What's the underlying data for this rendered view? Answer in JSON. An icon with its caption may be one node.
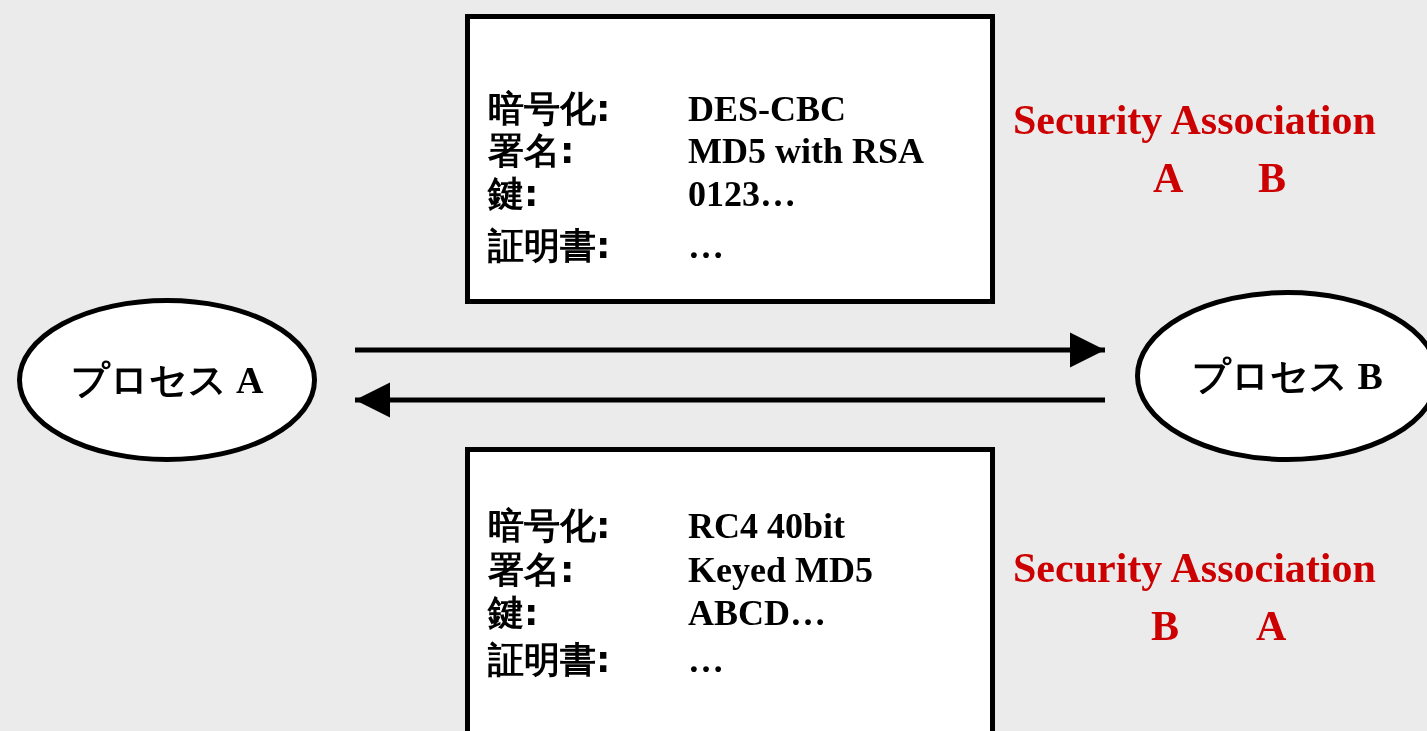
{
  "diagram": {
    "nodes": [
      {
        "text": [
          "暗号化:",
          "DES-CBC",
          "署名:",
          "MD5 with RSA",
          "鍵:",
          "0123…",
          "証明書:",
          "…"
        ]
      },
      {
        "text": [
          "プロセス A"
        ]
      },
      {
        "text": [
          "プロセス B"
        ]
      },
      {
        "text": [
          "暗号化:",
          "RC4 40bit",
          "署名:",
          "Keyed MD5",
          "鍵:",
          "ABCD…",
          "証明書:",
          "…"
        ]
      }
    ],
    "edges": [
      {
        "from": 1,
        "to": 2,
        "arrow": "to"
      },
      {
        "from": 2,
        "to": 1,
        "arrow": "to"
      }
    ],
    "labels": [
      "Security Association",
      "A",
      "B",
      "Security Association",
      "B",
      "A"
    ]
  }
}
